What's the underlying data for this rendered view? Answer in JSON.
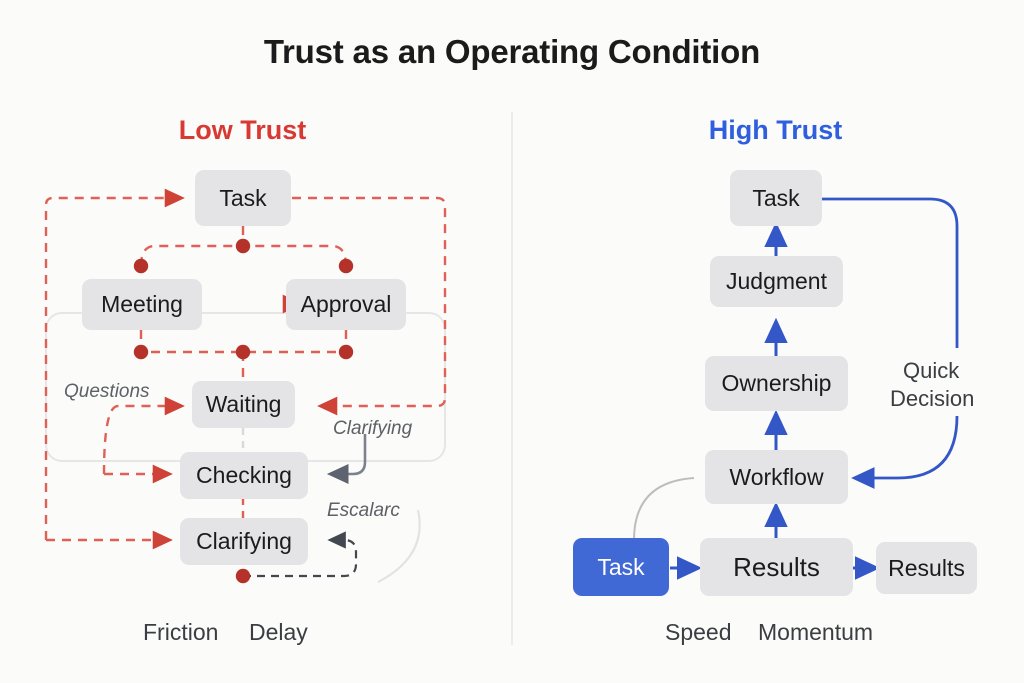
{
  "title": "Trust as an Operating Condition",
  "colors": {
    "low_trust_accent": "#d83a33",
    "high_trust_accent": "#2f5ede",
    "dashed_red": "#e06055",
    "dot_red": "#b5322a",
    "node_fill": "#e4e4e6",
    "node_blue": "#4169d6",
    "gray_arrow": "#5d6470",
    "background": "#fbfbfa"
  },
  "columns": {
    "low": {
      "heading": "Low Trust",
      "nodes": {
        "task": "Task",
        "meeting": "Meeting",
        "approval": "Approval",
        "waiting": "Waiting",
        "checking": "Checking",
        "clarifying": "Clarifying"
      },
      "edge_labels": {
        "questions": "Questions",
        "clarifying": "Clarifying",
        "escalarc": "Escalarc"
      },
      "footers": [
        "Friction",
        "Delay"
      ]
    },
    "high": {
      "heading": "High Trust",
      "nodes": {
        "task_top": "Task",
        "judgment": "Judgment",
        "ownership": "Ownership",
        "workflow": "Workflow",
        "task_start": "Task",
        "results_main": "Results",
        "results_out": "Results"
      },
      "edge_labels": {
        "quick_line1": "Quick",
        "quick_line2": "Decision"
      },
      "footers": [
        "Speed",
        "Momentum"
      ]
    }
  },
  "chart_data": {
    "type": "diagram",
    "title": "Trust as an Operating Condition",
    "panels": [
      {
        "name": "Low Trust",
        "accent": "#d83a33",
        "style": "red dashed cyclic loops with dot junctions",
        "nodes": [
          "Task",
          "Meeting",
          "Approval",
          "Waiting",
          "Checking",
          "Clarifying"
        ],
        "annotations": [
          "Questions",
          "Clarifying",
          "Escalarc"
        ],
        "outcome_labels": [
          "Friction",
          "Delay"
        ]
      },
      {
        "name": "High Trust",
        "accent": "#2f5ede",
        "style": "blue solid linear flow upward plus feedback loop",
        "nodes": [
          "Task",
          "Judgment",
          "Ownership",
          "Workflow",
          "Task",
          "Results",
          "Results"
        ],
        "annotations": [
          "Quick Decision"
        ],
        "outcome_labels": [
          "Speed",
          "Momentum"
        ]
      }
    ]
  }
}
